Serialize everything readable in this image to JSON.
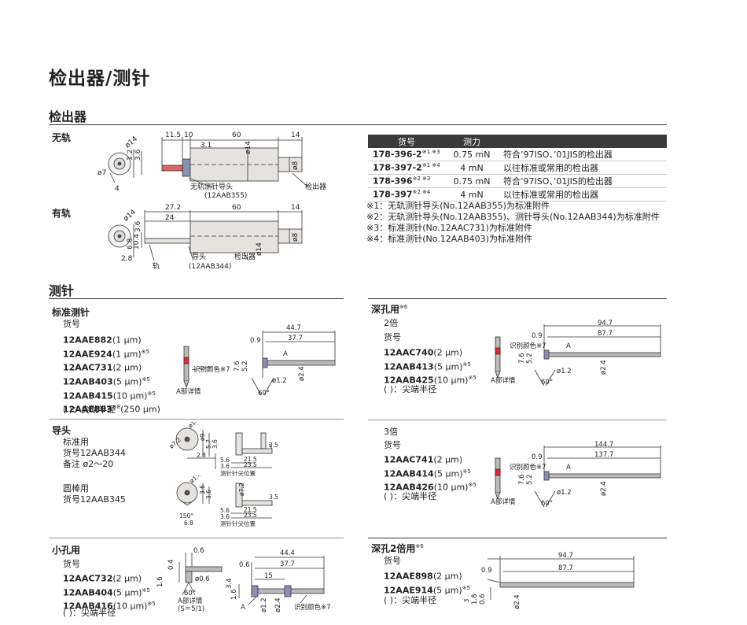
{
  "page_title": "检出器/测针",
  "detector": {
    "heading": "检出器",
    "no_rail": {
      "label": "无轨",
      "dims": [
        "11.5",
        "10",
        "60",
        "14",
        "3.1",
        "ø14",
        "1.2",
        "3.6",
        "ø7",
        "ø8",
        "4",
        "ø14"
      ],
      "callouts": [
        "无轨测针导头",
        "(12AAB355)",
        "检出器"
      ]
    },
    "with_rail": {
      "label": "有轨",
      "dims": [
        "27.2",
        "24",
        "60",
        "14",
        "ø14",
        "3.6",
        "6.8",
        "10.4",
        "2.8",
        "ø8",
        "ø14"
      ],
      "callouts": [
        "轨",
        "导头",
        "(12AAB344)",
        "检出器"
      ]
    },
    "table": {
      "headers": [
        "货号",
        "测力",
        ""
      ],
      "rows": [
        {
          "code": "178-396-2",
          "mark": "※1 ※3",
          "force": "0.75 mN",
          "desc": "符合’97ISO、’01JIS的检出器"
        },
        {
          "code": "178-397-2",
          "mark": "※1 ※4",
          "force": "4 mN",
          "desc": "以往标准或常用的检出器"
        },
        {
          "code": "178-396",
          "mark": "※2 ※3",
          "force": "0.75 mN",
          "desc": "符合’97ISO、’01JIS的检出器"
        },
        {
          "code": "178-397",
          "mark": "※2 ※4",
          "force": "4 mN",
          "desc": "以往标准或常用的检出器"
        }
      ]
    },
    "notes": [
      "※1：无轨测针导头(No.12AAB355)为标准附件",
      "※2：无轨测针导头(No.12AAB355)、测针导头(No.12AAB344)为标准附件",
      "※3：标准测针(No.12AAC731)为标准附件",
      "※4：标准测针(No.12AAB403)为标准附件"
    ]
  },
  "stylus": {
    "heading": "测针",
    "standard": {
      "title": "标准测针",
      "code_label": "货号",
      "items": [
        {
          "code": "12AAE882",
          "spec": "(1 μm)",
          "mark": ""
        },
        {
          "code": "12AAE924",
          "spec": "(1 μm)",
          "mark": "※5"
        },
        {
          "code": "12AAC731",
          "spec": "(2 μm)",
          "mark": ""
        },
        {
          "code": "12AAB403",
          "spec": "(5 μm)",
          "mark": "※5"
        },
        {
          "code": "12AAB415",
          "spec": "(10 μm)",
          "mark": "※5"
        },
        {
          "code": "12AAE883",
          "spec": "(250 μm)",
          "mark": "※8"
        }
      ],
      "note": "(  )：尖端半径",
      "dims": [
        "44.7",
        "0.9",
        "37.7",
        "7.6",
        "5.2",
        "A",
        "ø1.2",
        "ø2.4",
        "60°"
      ],
      "callouts": [
        "识别颜色※7",
        "A部详情"
      ]
    },
    "guide": {
      "title": "导头",
      "std_label": "标准用",
      "std_code": "货号12AAB344",
      "std_remark": "备注  ø2～20",
      "bar_label": "圆棒用",
      "bar_code": "货号12AAB345",
      "dims1": [
        "ø14",
        "ø7.2",
        "ø9",
        "5.7",
        "3.6",
        "2.8",
        "5.6",
        "3.6",
        "21.5",
        "23.5",
        "3.5"
      ],
      "dims2": [
        "ø1.4",
        "ø7.2",
        "3.6",
        "3.6",
        "150°",
        "6.8",
        "5.6",
        "3.6",
        "21.5",
        "23.5",
        "3.5"
      ],
      "callout": "测针针尖位置"
    },
    "small_hole": {
      "title": "小孔用",
      "code_label": "货号",
      "items": [
        {
          "code": "12AAC732",
          "spec": "(2 μm)",
          "mark": ""
        },
        {
          "code": "12AAB404",
          "spec": "(5 μm)",
          "mark": "※5"
        },
        {
          "code": "12AAB416",
          "spec": "(10 μm)",
          "mark": "※5"
        }
      ],
      "note": "(  )：尖端半径",
      "dims": [
        "0.6",
        "0.4",
        "1.6",
        "60°",
        "ø0.6",
        "44.4",
        "0.6",
        "37.7",
        "15",
        "3.4",
        "1.6",
        "A",
        "ø1.2",
        "ø2.4"
      ],
      "callouts": [
        "A部详情",
        "(S＝5/1)",
        "识别颜色※7"
      ]
    },
    "deep_hole": {
      "title": "深孔用",
      "title_mark": "※6",
      "x2": {
        "label": "2倍",
        "code_label": "货号",
        "items": [
          {
            "code": "12AAC740",
            "spec": "(2 μm)",
            "mark": ""
          },
          {
            "code": "12AAB413",
            "spec": "(5 μm)",
            "mark": "※5"
          },
          {
            "code": "12AAB425",
            "spec": "(10 μm)",
            "mark": "※5"
          }
        ],
        "note": "(  )：尖端半径",
        "dims": [
          "94.7",
          "0.9",
          "87.7",
          "7.6",
          "5.2",
          "A",
          "ø1.2",
          "ø2.4",
          "60°"
        ],
        "callouts": [
          "识别颜色※7",
          "A部详情"
        ]
      },
      "x3": {
        "label": "3倍",
        "code_label": "货号",
        "items": [
          {
            "code": "12AAC741",
            "spec": "(2 μm)",
            "mark": ""
          },
          {
            "code": "12AAB414",
            "spec": "(5 μm)",
            "mark": "※5"
          },
          {
            "code": "12AAB426",
            "spec": "(10 μm)",
            "mark": "※5"
          }
        ],
        "note": "(  )：尖端半径",
        "dims": [
          "144.7",
          "0.9",
          "137.7",
          "7.6",
          "5.2",
          "A",
          "ø1.2",
          "ø2.4",
          "60°"
        ],
        "callouts": [
          "识别颜色※7",
          "A部详情"
        ]
      }
    },
    "deep_groove": {
      "title": "深孔2倍用",
      "title_mark": "※6",
      "code_label": "货号",
      "items": [
        {
          "code": "12AAE898",
          "spec": "(2 μm)",
          "mark": ""
        },
        {
          "code": "12AAE914",
          "spec": "(5 μm)",
          "mark": "※5"
        }
      ],
      "note": "(  )：尖端半径",
      "dims": [
        "94.7",
        "0.9",
        "87.7",
        "3",
        "1.8",
        "0.6",
        "ø2.4"
      ]
    }
  }
}
